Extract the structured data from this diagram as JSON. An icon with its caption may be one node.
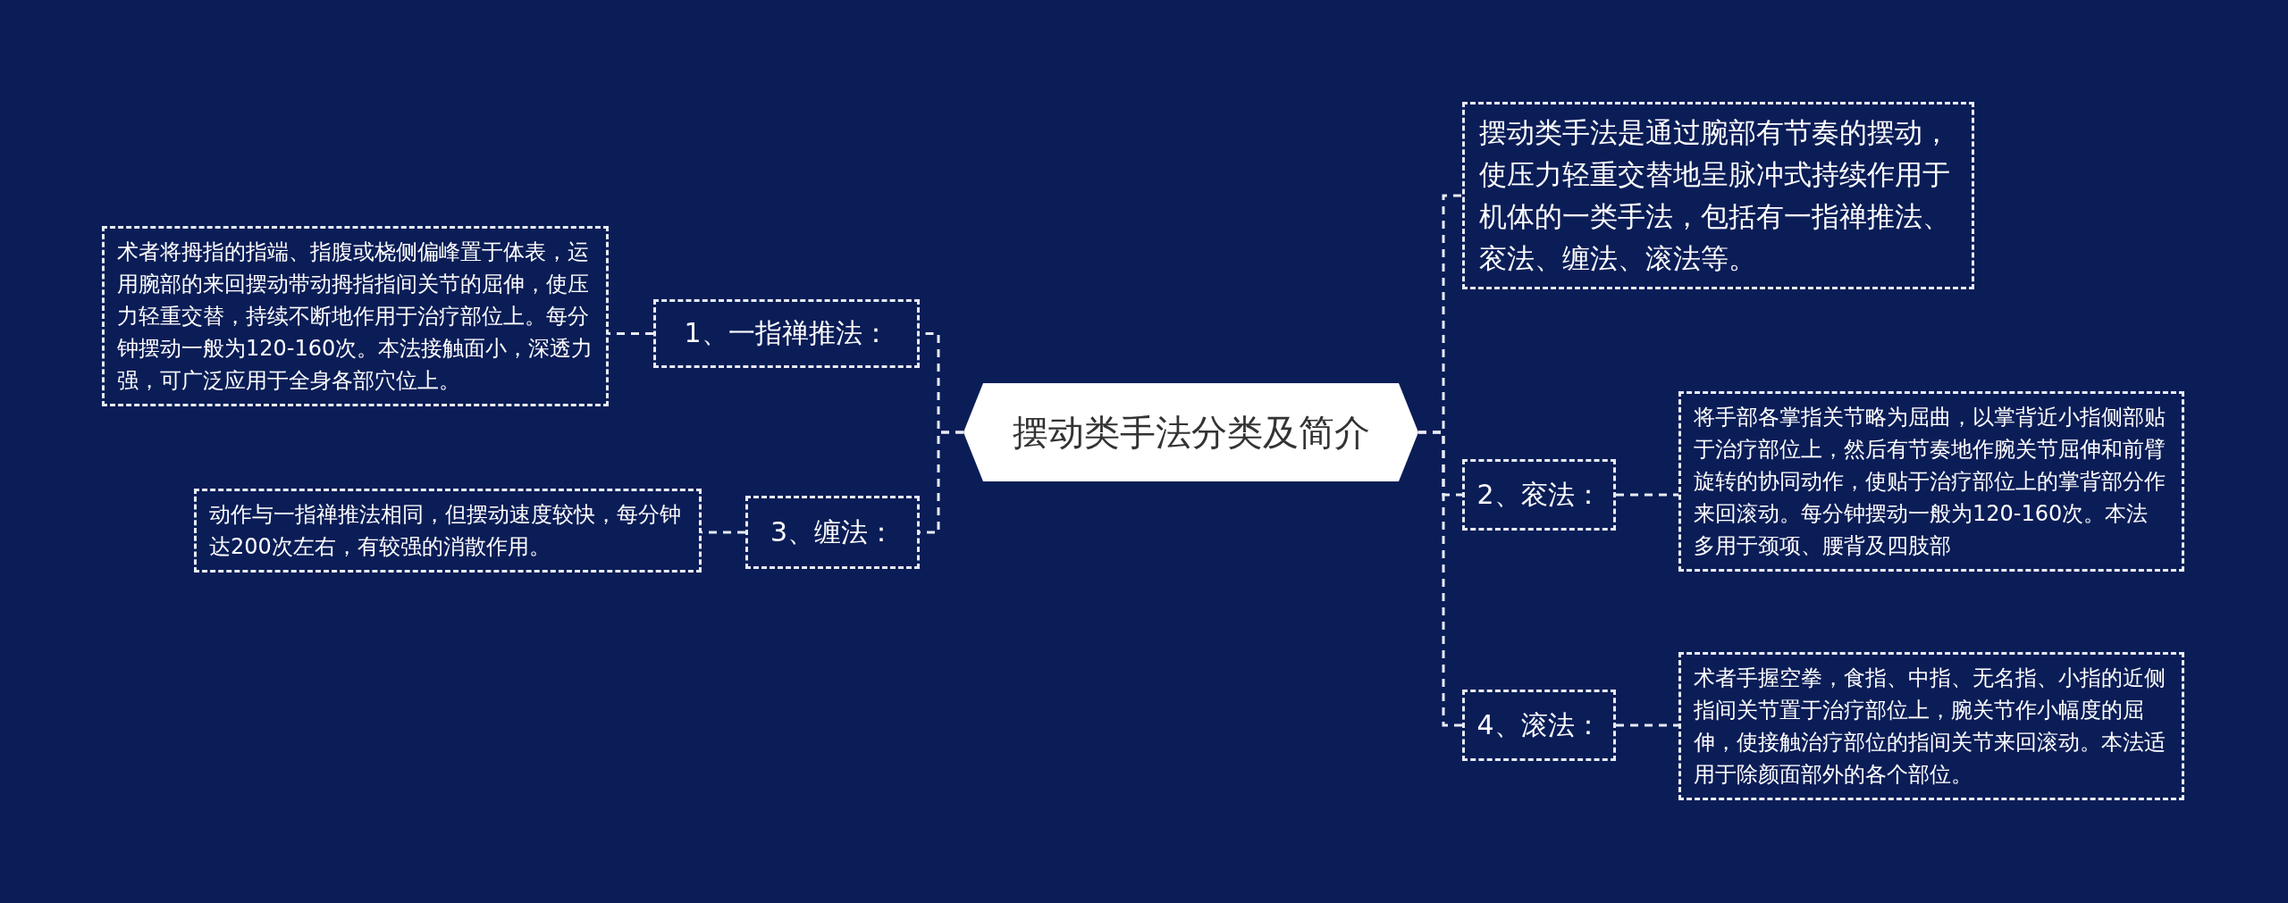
{
  "diagram": {
    "nodes": [
      {
        "text": [
          "摆动类手法分类及简介"
        ]
      },
      {
        "text": [
          "摆动类手法是通过腕部有节奏的摆动，使压力轻重交替地呈脉冲式持续作用于机体的一类手法，包括有一指禅推法、衮法、缠法、滚法等。"
        ]
      },
      {
        "text": [
          "1、一指禅推法："
        ]
      },
      {
        "text": [
          "术者将拇指的指端、指腹或桡侧偏峰置于体表，运用腕部的来回摆动带动拇指指间关节的屈伸，使压力轻重交替，持续不断地作用于治疗部位上。每分钟摆动一般为120-160次。本法接触面小，深透力强，可广泛应用于全身各部穴位上。"
        ]
      },
      {
        "text": [
          "2、衮法："
        ]
      },
      {
        "text": [
          "将手部各掌指关节略为屈曲，以掌背近小指侧部贴于治疗部位上，然后有节奏地作腕关节屈伸和前臂旋转的协同动作，使贴于治疗部位上的掌背部分作来回滚动。每分钟摆动一般为120-160次。本法多用于颈项、腰背及四肢部"
        ]
      },
      {
        "text": [
          "3、缠法："
        ]
      },
      {
        "text": [
          "动作与一指禅推法相同，但摆动速度较快，每分钟达200次左右，有较强的消散作用。"
        ]
      },
      {
        "text": [
          "4、滚法："
        ]
      },
      {
        "text": [
          "术者手握空拳，食指、中指、无名指、小指的近侧指间关节置于治疗部位上，腕关节作小幅度的屈伸，使接触治疗部位的指间关节来回滚动。本法适用于除颜面部外的各个部位。"
        ]
      }
    ],
    "edges": [
      {
        "from": 0,
        "to": 1,
        "arrow": "none"
      },
      {
        "from": 0,
        "to": 2,
        "arrow": "none"
      },
      {
        "from": 2,
        "to": 3,
        "arrow": "none"
      },
      {
        "from": 0,
        "to": 4,
        "arrow": "none"
      },
      {
        "from": 4,
        "to": 5,
        "arrow": "none"
      },
      {
        "from": 0,
        "to": 6,
        "arrow": "none"
      },
      {
        "from": 6,
        "to": 7,
        "arrow": "none"
      },
      {
        "from": 0,
        "to": 8,
        "arrow": "none"
      },
      {
        "from": 8,
        "to": 9,
        "arrow": "none"
      }
    ]
  }
}
